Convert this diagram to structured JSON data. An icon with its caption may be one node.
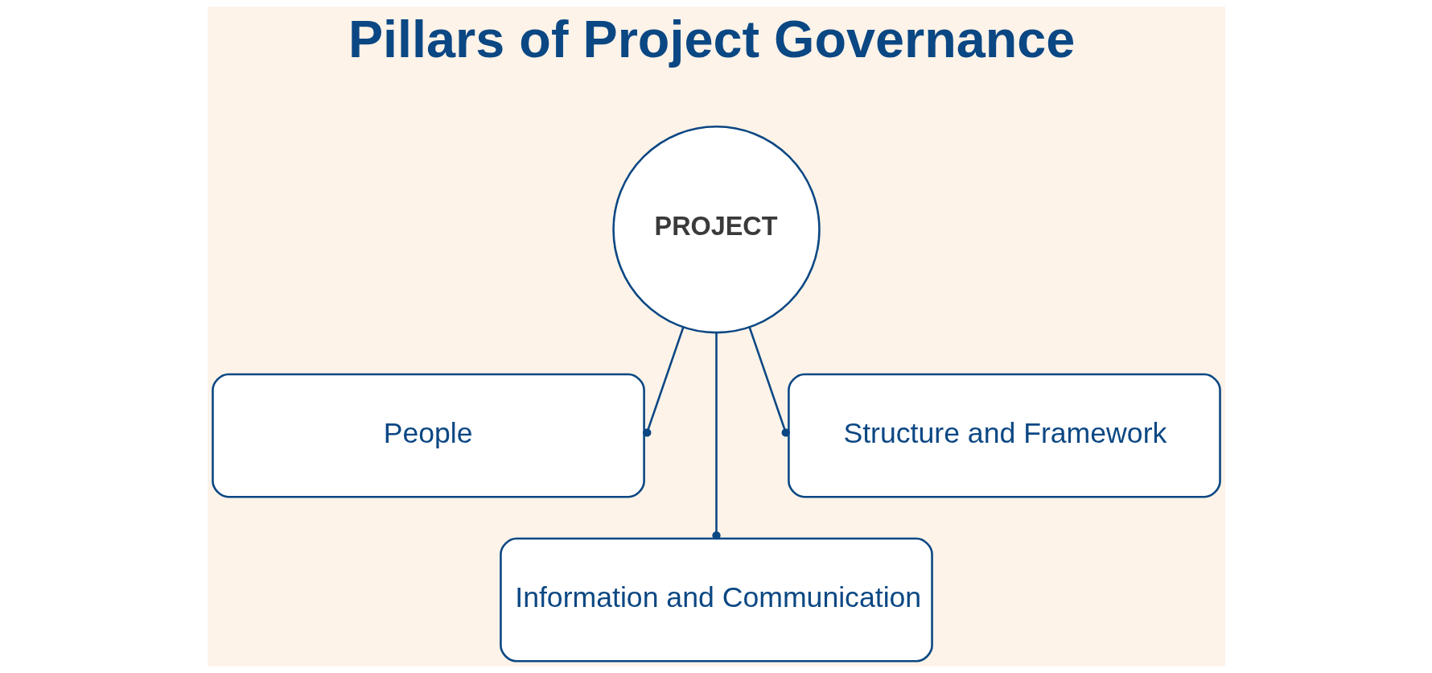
{
  "diagram": {
    "title": "Pillars of Project Governance",
    "nodes": [
      {
        "text": [
          "PROJECT"
        ]
      },
      {
        "text": [
          "People"
        ]
      },
      {
        "text": [
          "Structure and Framework"
        ]
      },
      {
        "text": [
          "Information and Communication"
        ]
      }
    ],
    "edges": [
      {
        "from": 0,
        "to": 1,
        "arrow": "other"
      },
      {
        "from": 0,
        "to": 3,
        "arrow": "other"
      },
      {
        "from": 0,
        "to": 2,
        "arrow": "other"
      }
    ]
  }
}
